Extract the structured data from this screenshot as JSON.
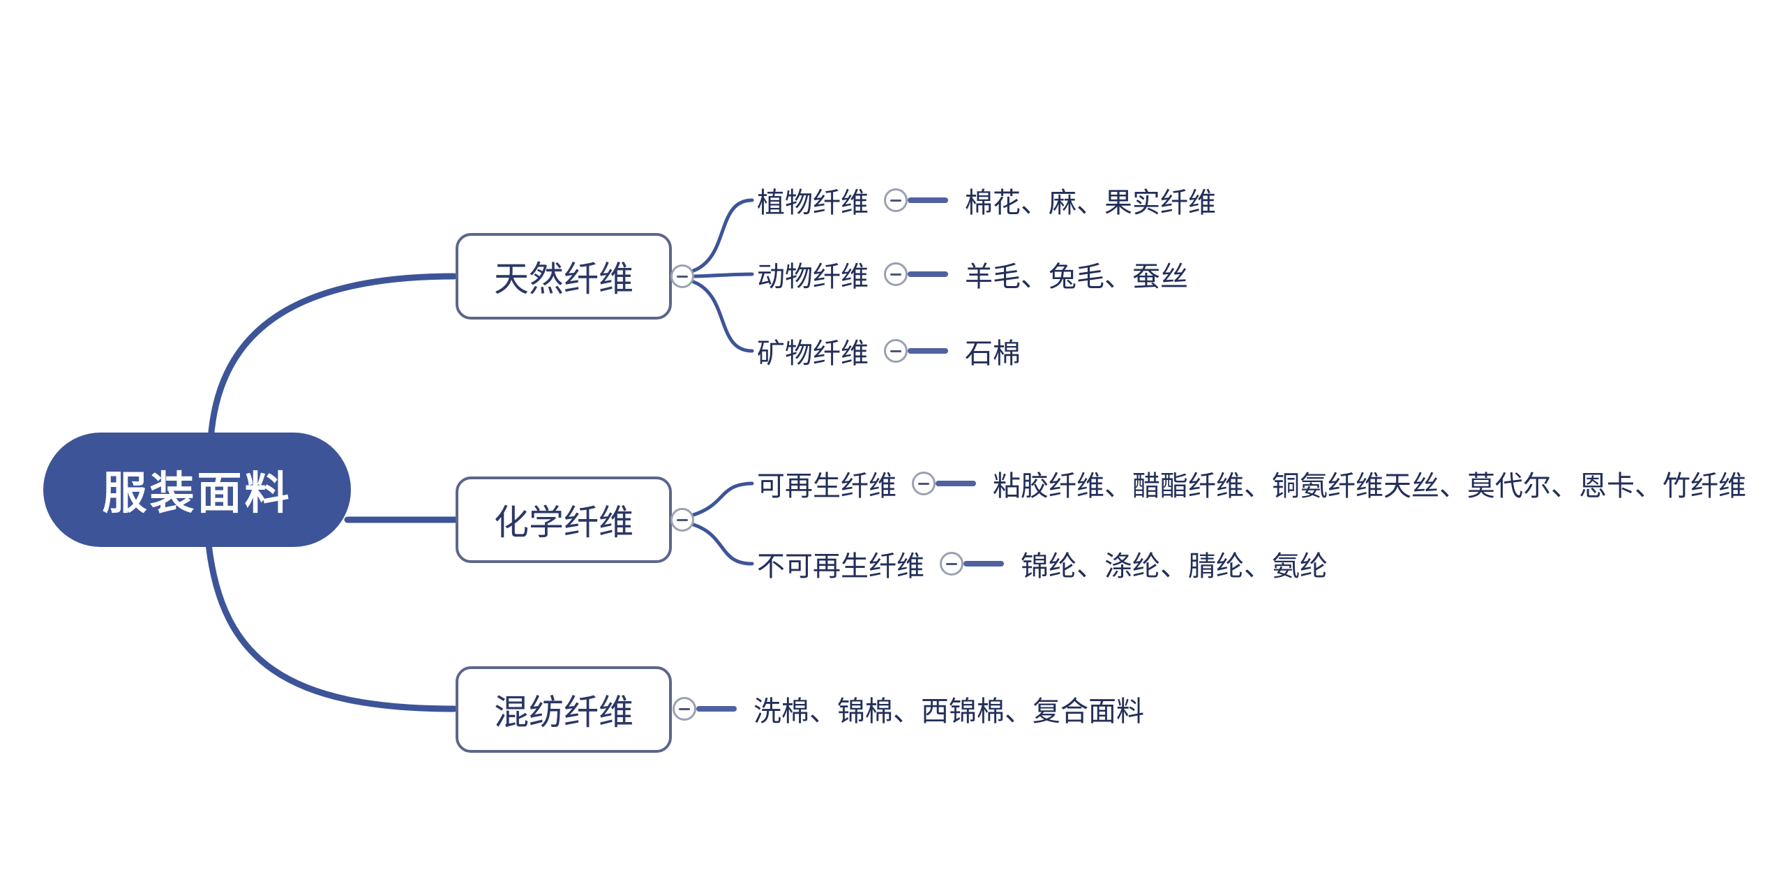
{
  "root": {
    "label": "服装面料"
  },
  "branches": [
    {
      "label": "天然纤维",
      "children": [
        {
          "label": "植物纤维",
          "items": "棉花、麻、果实纤维"
        },
        {
          "label": "动物纤维",
          "items": "羊毛、兔毛、蚕丝"
        },
        {
          "label": "矿物纤维",
          "items": "石棉"
        }
      ]
    },
    {
      "label": "化学纤维",
      "children": [
        {
          "label": "可再生纤维",
          "items": "粘胶纤维、醋酯纤维、铜氨纤维天丝、莫代尔、恩卡、竹纤维"
        },
        {
          "label": "不可再生纤维",
          "items": "锦纶、涤纶、腈纶、氨纶"
        }
      ]
    },
    {
      "label": "混纺纤维",
      "children": [
        {
          "items": "洗棉、锦棉、西锦棉、复合面料"
        }
      ]
    }
  ],
  "icons": {
    "collapse": "minus-icon"
  },
  "colors": {
    "root_bg": "#3d5499",
    "root_text": "#ffffff",
    "connector": "#3d5499",
    "branch_border": "#5c6689",
    "branch_text": "#2b3765",
    "node_text": "#232f58",
    "stub_line": "#5061a1",
    "toggle_ring": "#9aa1b1",
    "toggle_minus": "#4a5578",
    "background": "#ffffff"
  }
}
